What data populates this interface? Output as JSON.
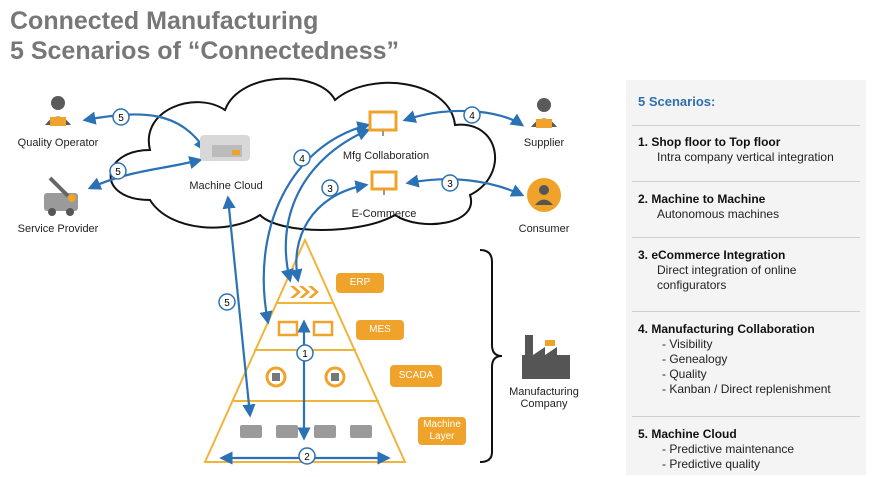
{
  "title": {
    "line1": "Connected Manufacturing",
    "line2": "5 Scenarios of “Connectedness”"
  },
  "actors": {
    "quality_operator": "Quality Operator",
    "service_provider": "Service Provider",
    "supplier": "Supplier",
    "consumer": "Consumer",
    "machine_cloud": "Machine Cloud",
    "mfg_collaboration": "Mfg  Collaboration",
    "ecommerce": "E-Commerce",
    "manufacturing_company": "Manufacturing Company"
  },
  "layers": {
    "erp": "ERP",
    "mes": "MES",
    "scada": "SCADA",
    "machine_layer": "Machine Layer"
  },
  "badges": {
    "b1": "1",
    "b2": "2",
    "b3": "3",
    "b4": "4",
    "b5": "5"
  },
  "panel": {
    "heading": "5 Scenarios:",
    "items": [
      {
        "title": "1. Shop floor to Top floor",
        "sub": "Intra company vertical integration"
      },
      {
        "title": "2. Machine to Machine",
        "sub": "Autonomous machines"
      },
      {
        "title": "3. eCommerce Integration",
        "sub": "Direct integration of online configurators"
      },
      {
        "title": "4. Manufacturing Collaboration",
        "bullets": [
          "- Visibility",
          "- Genealogy",
          "- Quality",
          "- Kanban / Direct replenishment"
        ]
      },
      {
        "title": "5. Machine Cloud",
        "bullets": [
          "- Predictive maintenance",
          "- Predictive quality"
        ]
      }
    ]
  },
  "colors": {
    "arrow": "#2a72b5",
    "accent": "#f0a32a",
    "title": "#777777",
    "heading": "#2f6fb0"
  }
}
